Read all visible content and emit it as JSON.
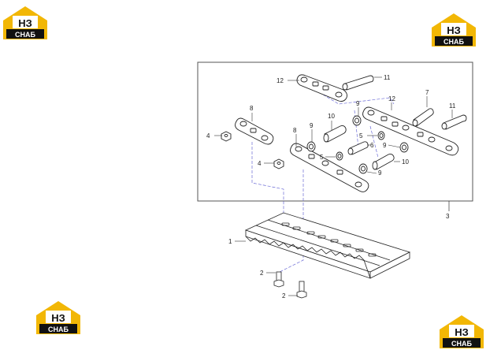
{
  "logo": {
    "mark": "НЗ",
    "word": "СНАБ",
    "colors": {
      "yellow": "#f2b705",
      "black": "#111111",
      "white": "#ffffff"
    }
  },
  "callouts": {
    "c1": "1",
    "c2a": "2",
    "c2b": "2",
    "c3": "3",
    "c4a": "4",
    "c4b": "4",
    "c5a": "5",
    "c5b": "5",
    "c6": "6",
    "c7": "7",
    "c8a": "8",
    "c8b": "8",
    "c9a": "9",
    "c9b": "9",
    "c9c": "9",
    "c9d": "9",
    "c10a": "10",
    "c10b": "10",
    "c11a": "11",
    "c11b": "11",
    "c12a": "12",
    "c12b": "12"
  }
}
